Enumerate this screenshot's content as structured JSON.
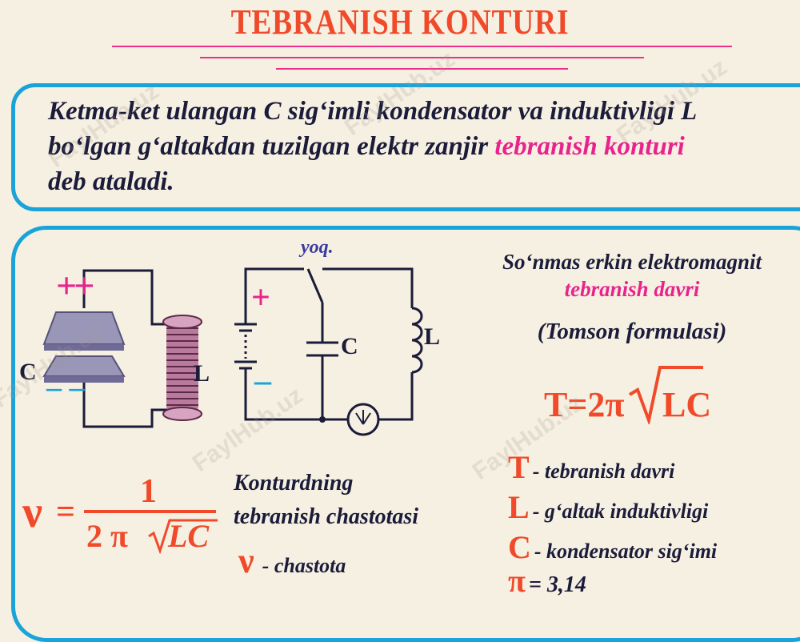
{
  "title": "TEBRANISH  KONTURI",
  "definition": {
    "line1": "Ketma-ket ulangan C sig‘imli kondensator va induktivligi L",
    "line2_prefix": "bo‘lgan g‘altakdan tuzilgan elektr zanjir ",
    "line2_highlight": "tebranish konturi",
    "line3": "deb ataladi."
  },
  "circuit1": {
    "plus_signs": "++",
    "minus_signs": "–  –",
    "c_label": "C",
    "l_label": "L"
  },
  "circuit2": {
    "switch_label": "yoq.",
    "plus": "+",
    "minus": "–",
    "c_label": "C",
    "l_label": "L"
  },
  "period": {
    "heading1": "So‘nmas erkin elektromagnit",
    "heading2": "tebranish davri",
    "heading3": "(Tomson formulasi)",
    "formula_left": "T=2π",
    "formula_root": "LC"
  },
  "legend": [
    {
      "symbol": "T",
      "text": "- tebranish davri"
    },
    {
      "symbol": "L",
      "text": "- g‘altak induktivligi"
    },
    {
      "symbol": "C",
      "text": "- kondensator sig‘imi"
    },
    {
      "symbol": "π",
      "text": "= 3,14"
    }
  ],
  "frequency": {
    "symbol": "ν",
    "equals": "=",
    "numerator": "1",
    "denom_left": "2 π",
    "denom_root": "LC",
    "caption1": "Konturdning",
    "caption2": "tebranish chastotasi",
    "nu_symbol": "ν",
    "nu_text": "- chastota"
  },
  "watermark": "FaylHub.uz",
  "colors": {
    "accent_red": "#f04a2a",
    "accent_pink": "#e8238c",
    "border_blue": "#1aa3d9",
    "text_navy": "#1b1b3a"
  }
}
